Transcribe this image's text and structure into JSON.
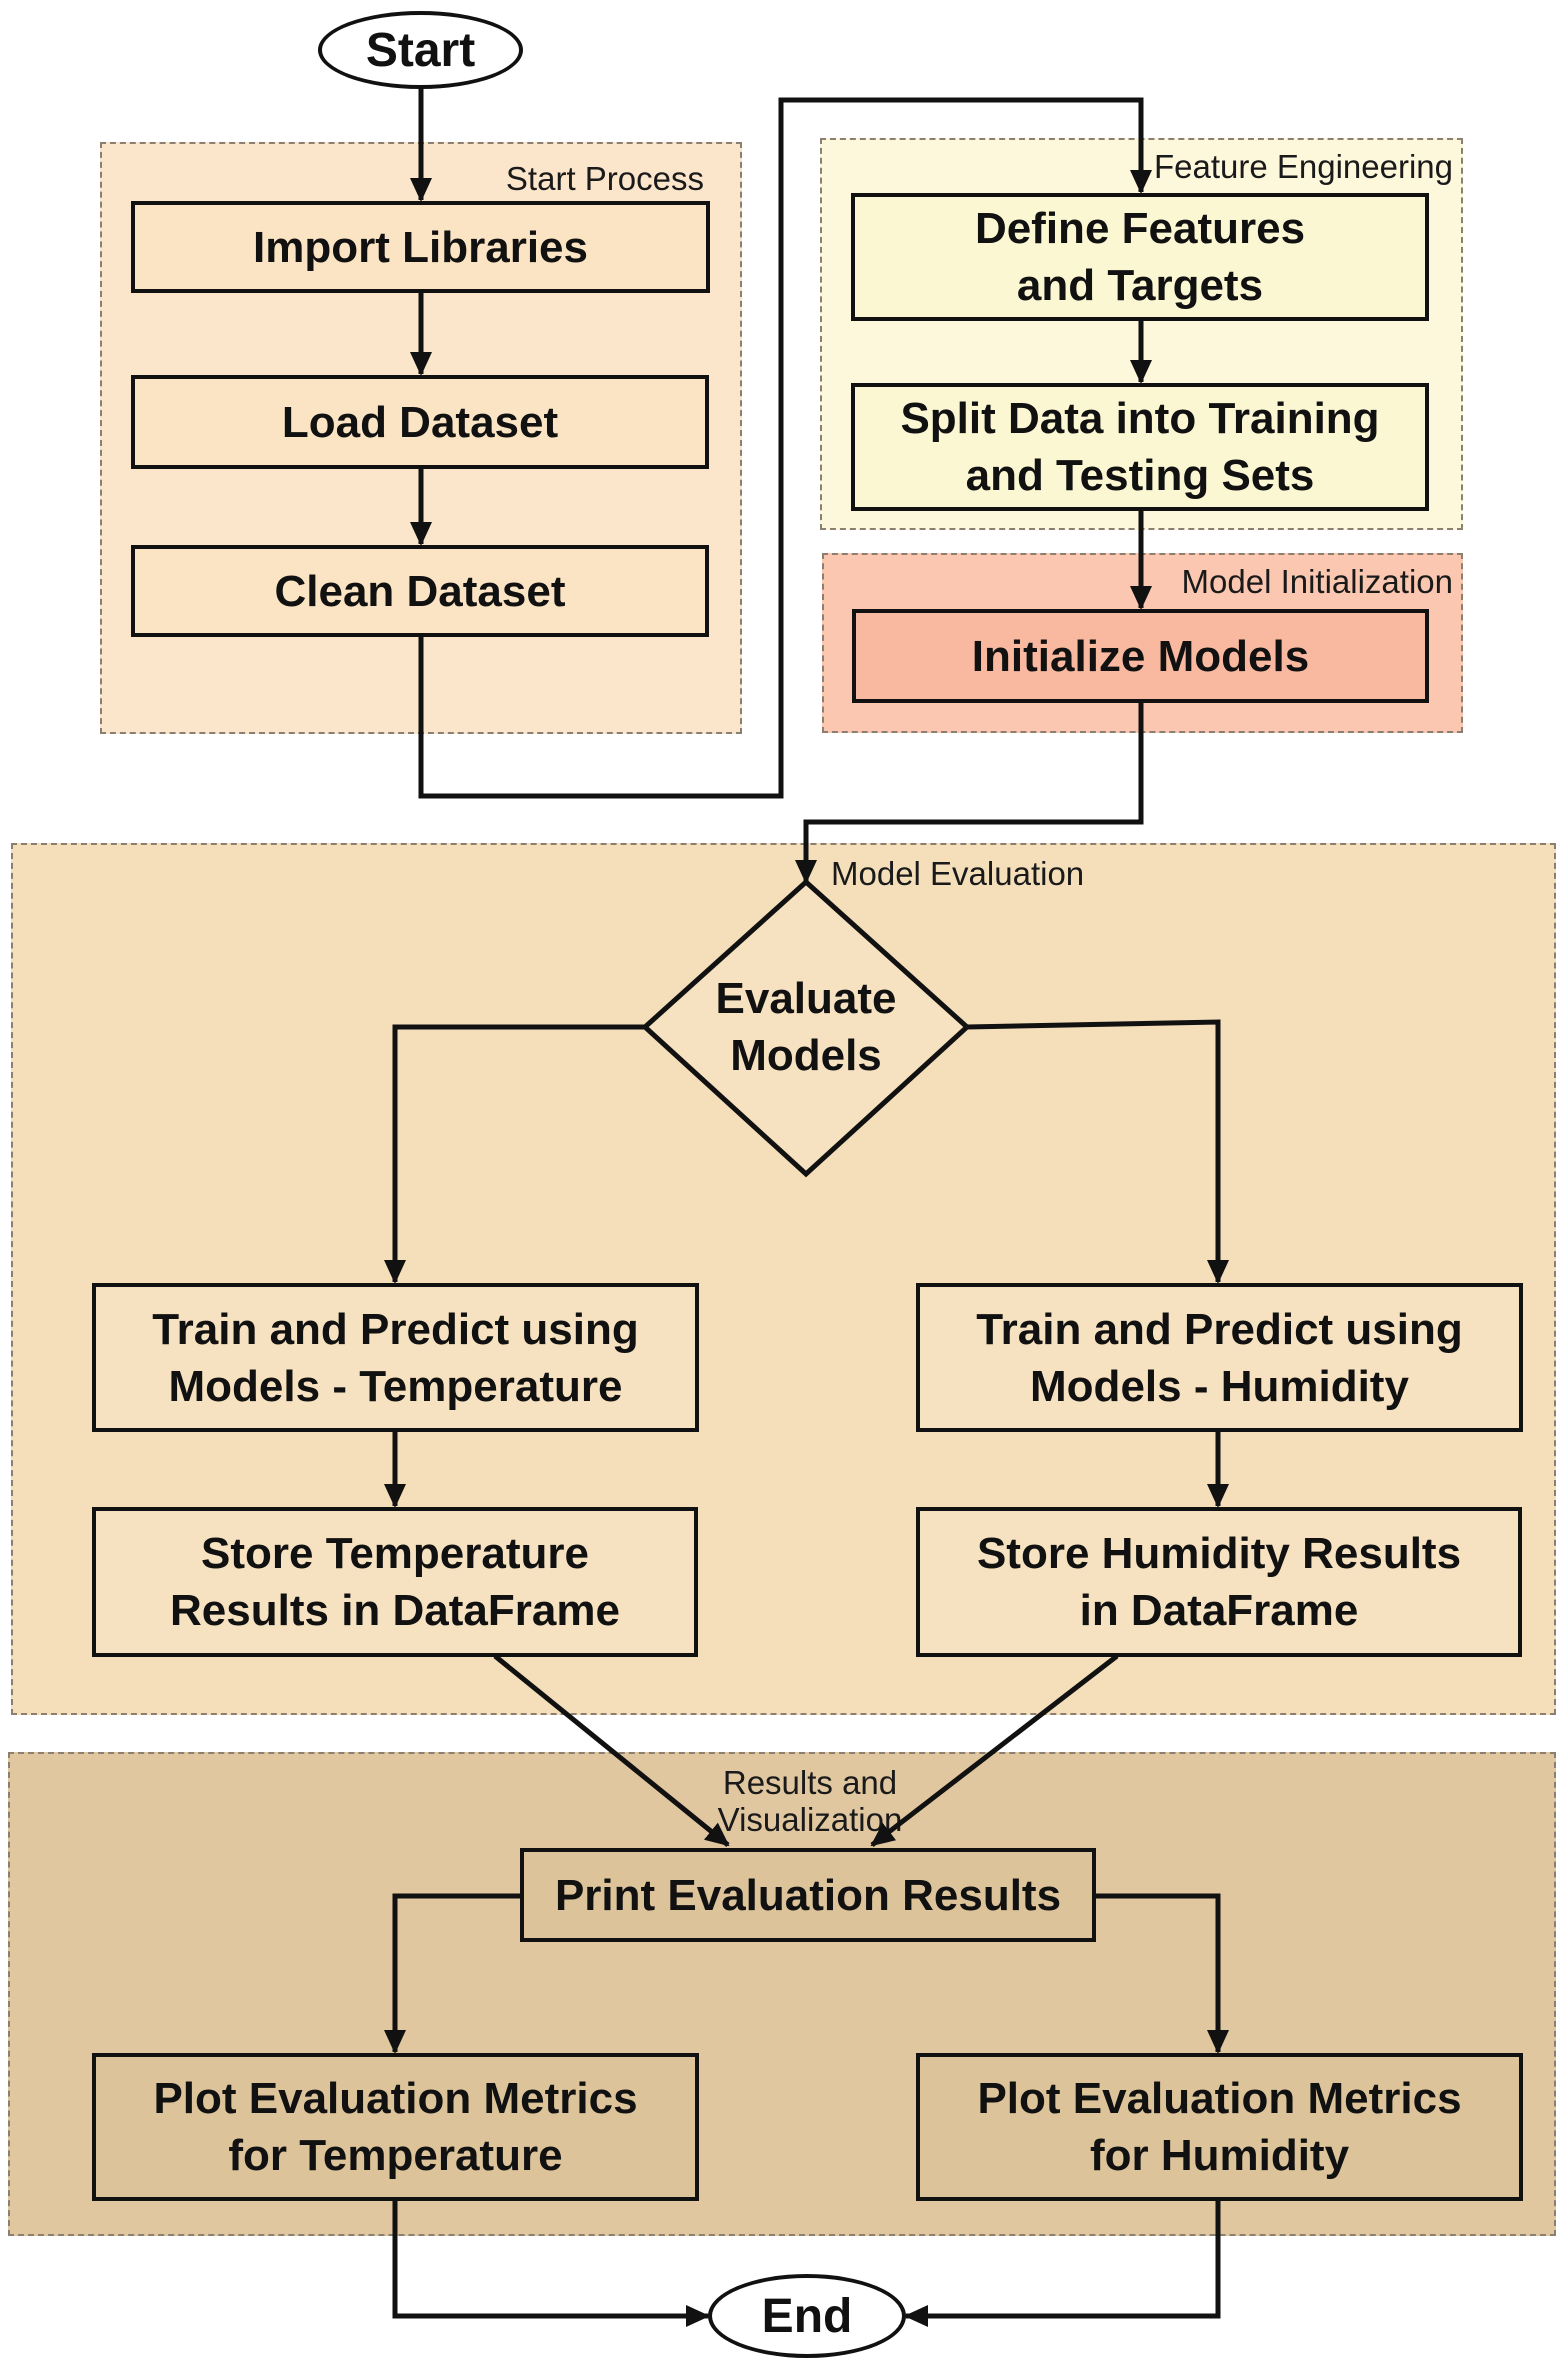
{
  "terminals": {
    "start": "Start",
    "end": "End"
  },
  "groups": {
    "start_process": "Start Process",
    "feature_engineering": "Feature Engineering",
    "model_initialization": "Model Initialization",
    "model_evaluation": "Model Evaluation",
    "results_visualization": "Results and\nVisualization"
  },
  "nodes": {
    "import_libraries": "Import Libraries",
    "load_dataset": "Load Dataset",
    "clean_dataset": "Clean Dataset",
    "define_features": "Define Features\nand Targets",
    "split_data": "Split Data into Training\nand Testing Sets",
    "initialize_models": "Initialize Models",
    "evaluate_models": "Evaluate\nModels",
    "train_temperature": "Train and Predict using\nModels - Temperature",
    "train_humidity": "Train and Predict using\nModels - Humidity",
    "store_temperature": "Store Temperature\nResults in DataFrame",
    "store_humidity": "Store Humidity Results\nin DataFrame",
    "print_results": "Print Evaluation Results",
    "plot_temperature": "Plot Evaluation Metrics\nfor Temperature",
    "plot_humidity": "Plot Evaluation Metrics\nfor Humidity"
  },
  "colors": {
    "start_process_fill": "#fbe6cb",
    "start_process_box": "#fbe4c3",
    "feature_engineering_fill": "#fdf7dc",
    "feature_engineering_box": "#fcf7d3",
    "model_initialization_fill": "#fbc7b1",
    "model_initialization_box": "#f8b9a0",
    "model_evaluation_fill": "#f4dfba",
    "model_evaluation_box": "#f6e2c0",
    "results_fill": "#e0c79f",
    "results_box": "#dcc39a",
    "line": "#111111"
  }
}
